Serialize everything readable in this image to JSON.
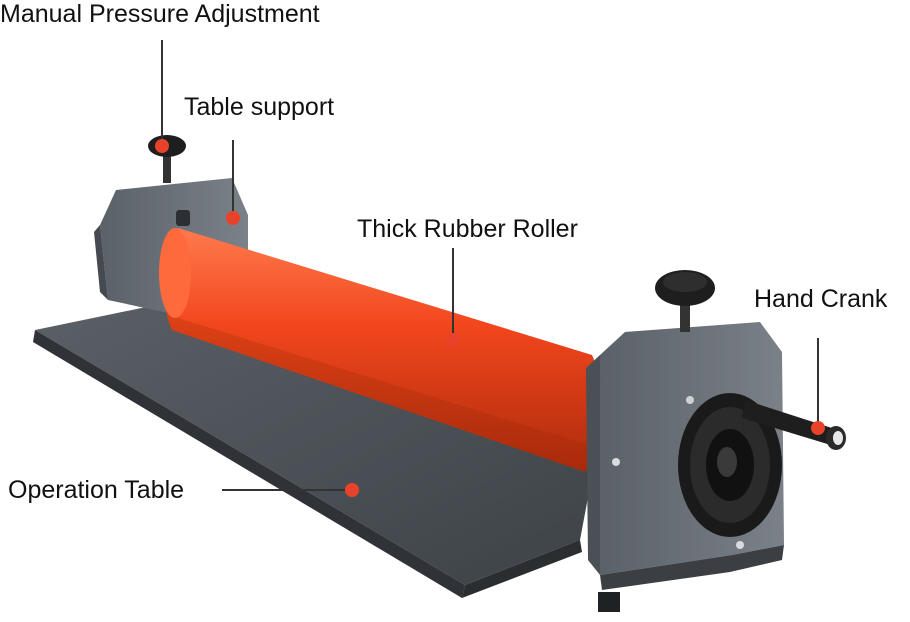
{
  "labels": {
    "manual_pressure": "Manual Pressure Adjustment",
    "table_support": "Table support",
    "rubber_roller": "Thick Rubber Roller",
    "hand_crank": "Hand Crank",
    "operation_table": "Operation Table"
  },
  "colors": {
    "roller": "#f2461d",
    "marker": "#e8432a",
    "housing": "#6a7077",
    "table": "#4b5056",
    "knob": "#1e1e1e",
    "leader": "#333333"
  }
}
